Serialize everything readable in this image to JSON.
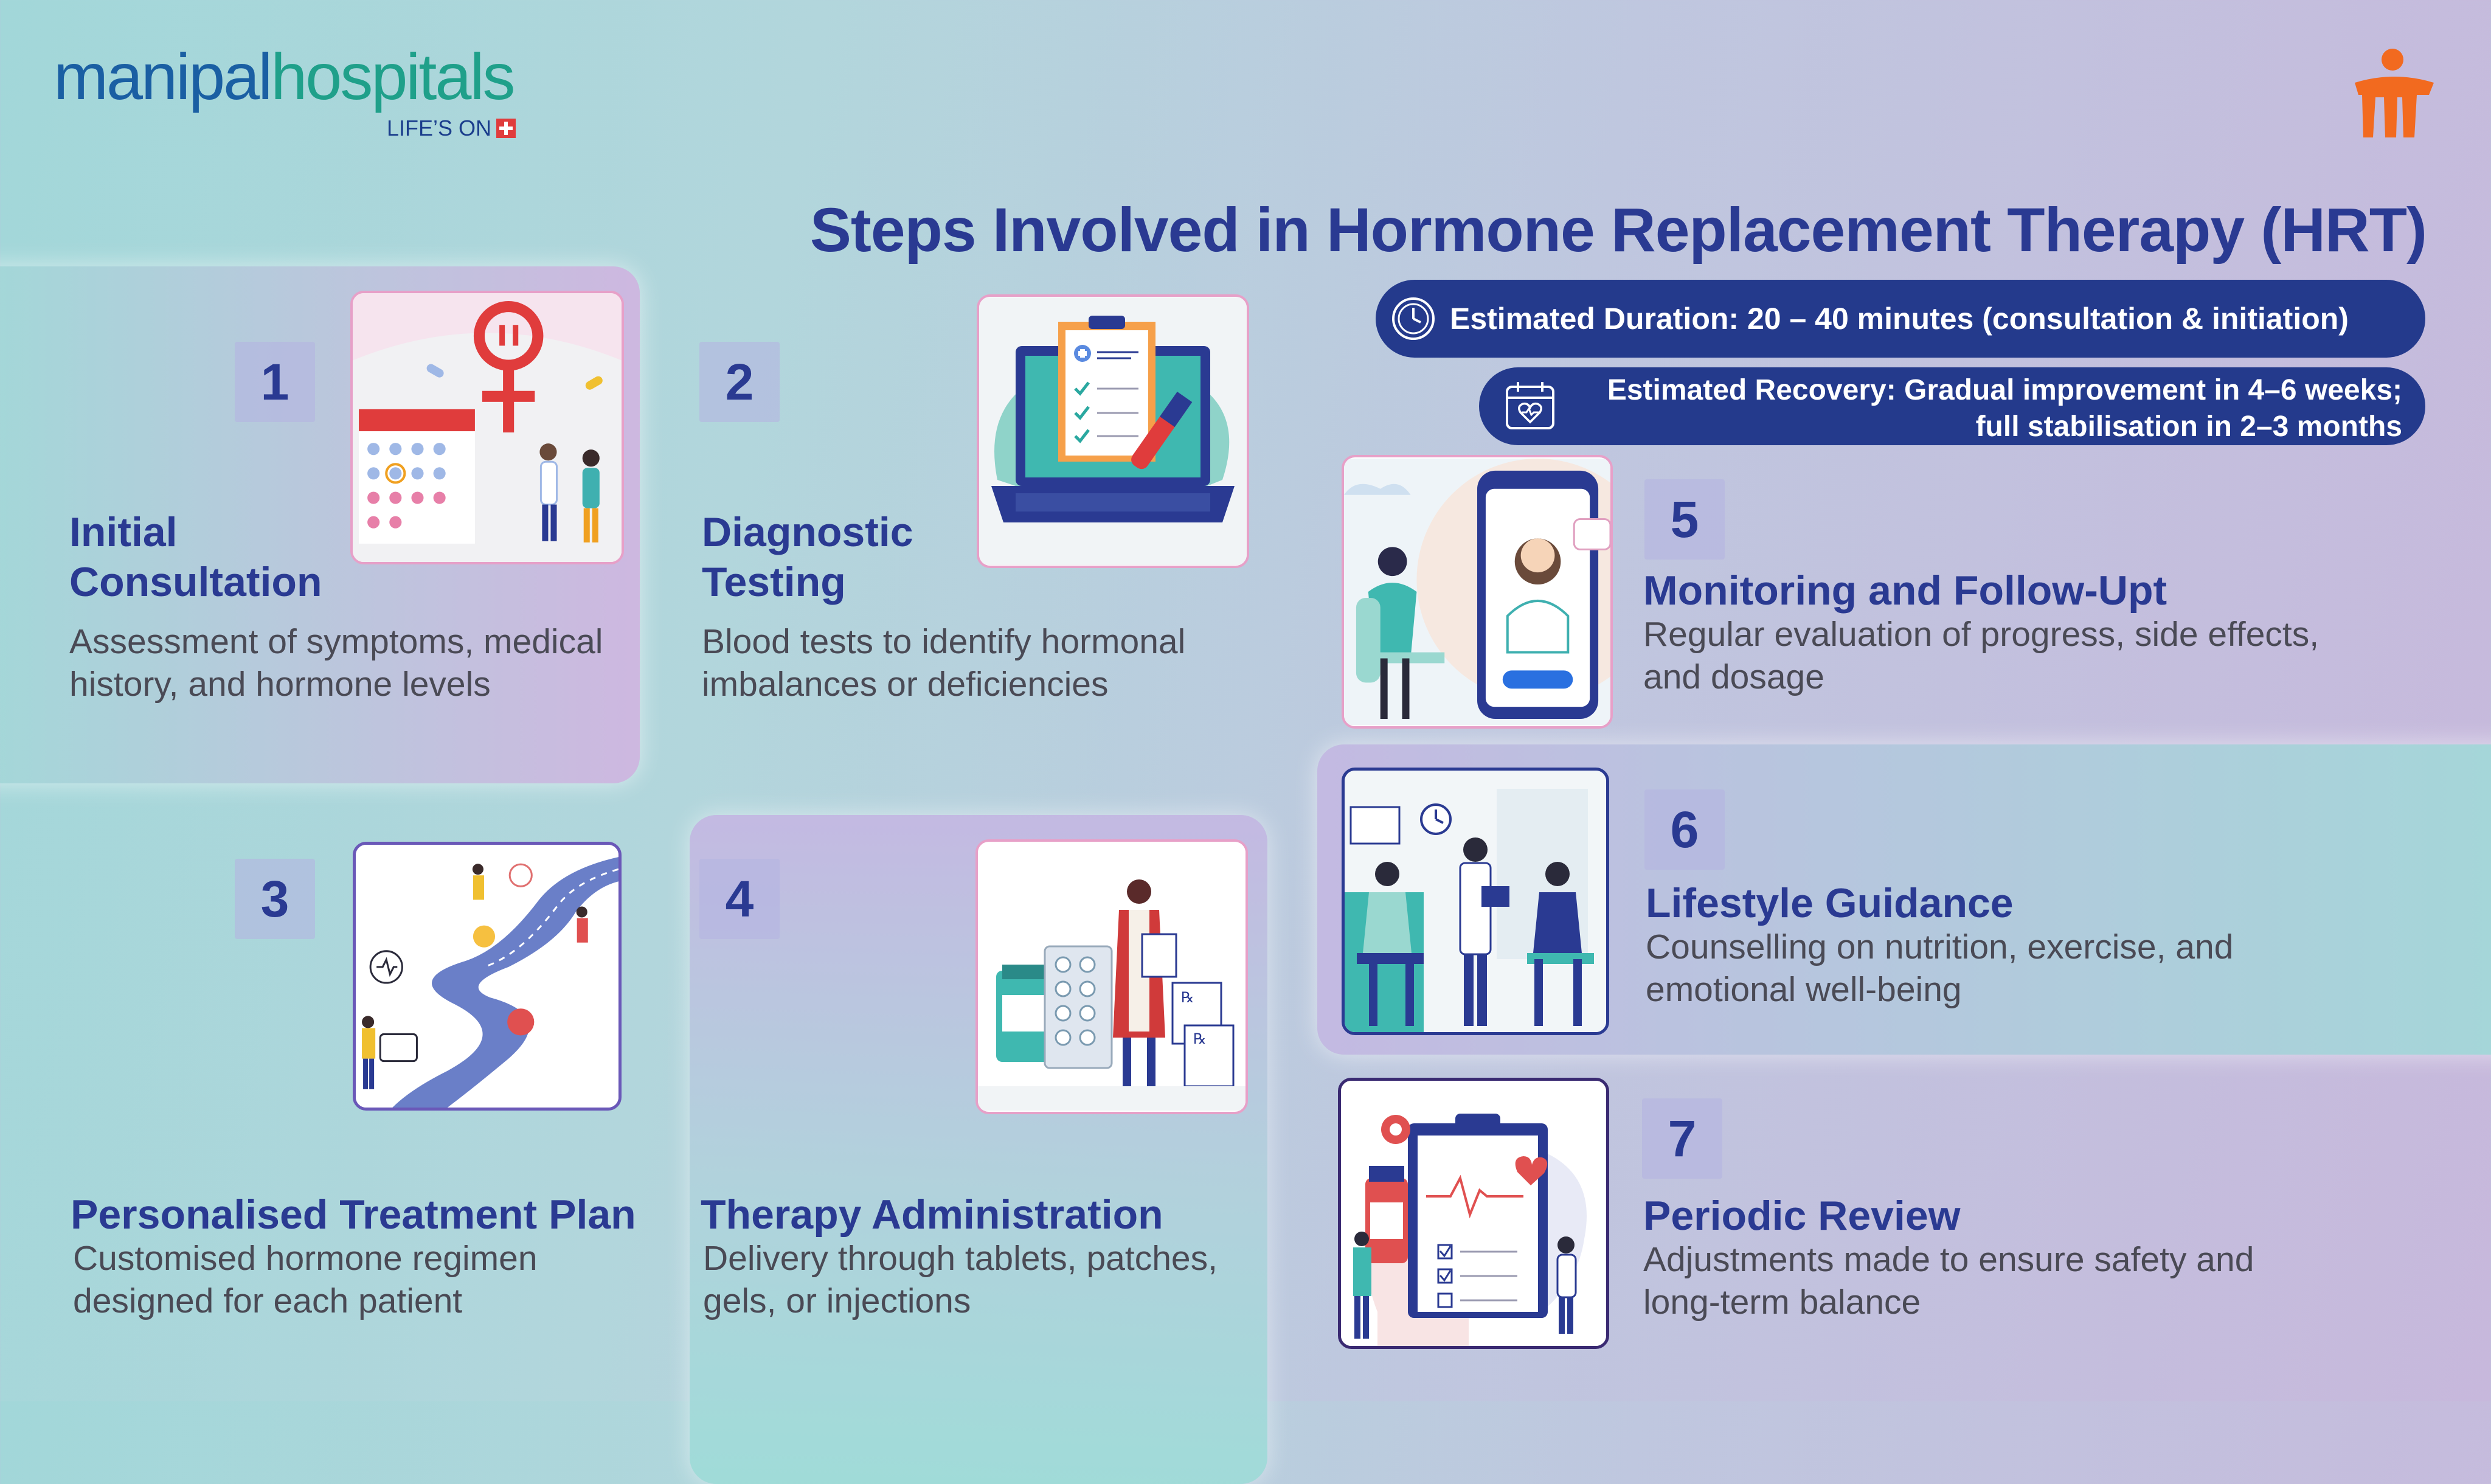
{
  "brand": {
    "name_part1": "manipal",
    "name_part2": "hospitals",
    "tagline": "LIFE’S ON"
  },
  "title": "Steps Involved in Hormone Replacement Therapy (HRT)",
  "duration": "Estimated Duration: 20 – 40 minutes (consultation & initiation)",
  "recovery_line1": "Estimated Recovery: Gradual improvement in 4–6 weeks;",
  "recovery_line2": "full stabilisation in 2–3 months",
  "steps": [
    {
      "num": "1",
      "title_line1": "Initial",
      "title_line2": "Consultation",
      "desc_line1": "Assessment of symptoms, medical",
      "desc_line2": "history, and hormone levels"
    },
    {
      "num": "2",
      "title_line1": "Diagnostic",
      "title_line2": "Testing",
      "desc_line1": "Blood tests to identify hormonal",
      "desc_line2": "imbalances or deficiencies"
    },
    {
      "num": "3",
      "title": "Personalised Treatment Plan",
      "desc_line1": "Customised hormone regimen",
      "desc_line2": "designed for each patient"
    },
    {
      "num": "4",
      "title": "Therapy Administration",
      "desc_line1": "Delivery through tablets, patches,",
      "desc_line2": "gels, or injections"
    },
    {
      "num": "5",
      "title": "Monitoring and Follow-Upt",
      "desc_line1": "Regular evaluation of progress, side effects,",
      "desc_line2": "and dosage"
    },
    {
      "num": "6",
      "title": "Lifestyle Guidance",
      "desc_line1": "Counselling on nutrition, exercise, and",
      "desc_line2": "emotional well-being"
    },
    {
      "num": "7",
      "title": "Periodic Review",
      "desc_line1": "Adjustments made to ensure safety and",
      "desc_line2": "long-term balance"
    }
  ],
  "illustrations": [
    "female-symbol-calendar-consultation",
    "laptop-clipboard-blood-test",
    "winding-road-plan",
    "doctor-pill-packs-prescription",
    "phone-video-call-doctor",
    "doctor-with-two-patients",
    "clipboard-heart-checklist"
  ],
  "colors": {
    "navy": "#2a3a92",
    "teal": "#1fa08a",
    "orange": "#f26a1f",
    "pink": "#e7a0c8"
  }
}
